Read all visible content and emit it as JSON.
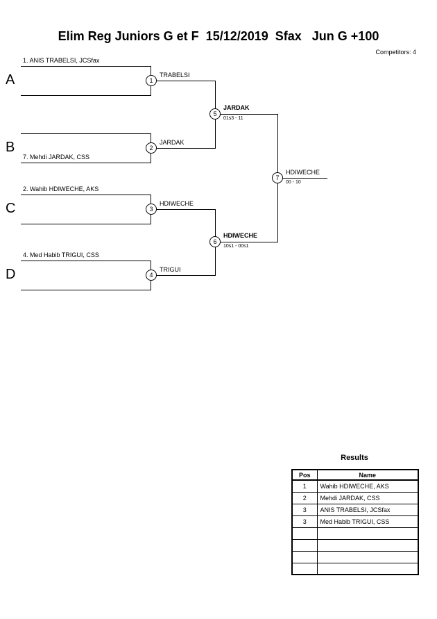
{
  "header": {
    "title": "Elim Reg Juniors G et F  15/12/2019  Sfax   Jun G +100",
    "competitors_label": "Competitors: 4"
  },
  "bracket": {
    "groups": [
      {
        "letter": "A",
        "match_no": "1",
        "seed_top": "1. ANIS TRABELSI, JCSfax",
        "winner": "TRABELSI"
      },
      {
        "letter": "B",
        "match_no": "2",
        "seed_bottom": "7. Mehdi JARDAK, CSS",
        "winner": "JARDAK"
      },
      {
        "letter": "C",
        "match_no": "3",
        "seed_top": "2. Wahib HDIWECHE, AKS",
        "winner": "HDIWECHE"
      },
      {
        "letter": "D",
        "match_no": "4",
        "seed_top": "4. Med Habib TRIGUI, CSS",
        "winner": "TRIGUI"
      }
    ],
    "semifinals": [
      {
        "match_no": "5",
        "winner": "JARDAK",
        "score": "01s3 - 11"
      },
      {
        "match_no": "6",
        "winner": "HDIWECHE",
        "score": "10s1 - 00s1"
      }
    ],
    "final": {
      "match_no": "7",
      "winner": "HDIWECHE",
      "score": "00 - 10"
    }
  },
  "results": {
    "title": "Results",
    "columns": [
      "Pos",
      "Name"
    ],
    "rows": [
      {
        "pos": "1",
        "name": "Wahib HDIWECHE, AKS"
      },
      {
        "pos": "2",
        "name": "Mehdi JARDAK, CSS"
      },
      {
        "pos": "3",
        "name": "ANIS TRABELSI, JCSfax"
      },
      {
        "pos": "3",
        "name": "Med Habib TRIGUI, CSS"
      },
      {
        "pos": "",
        "name": ""
      },
      {
        "pos": "",
        "name": ""
      },
      {
        "pos": "",
        "name": ""
      },
      {
        "pos": "",
        "name": ""
      }
    ]
  }
}
